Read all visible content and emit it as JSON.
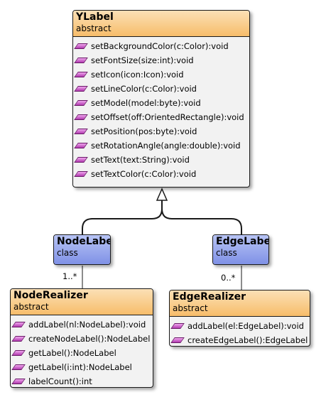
{
  "classes": {
    "ylabel": {
      "name": "YLabel",
      "stereotype": "abstract",
      "methods": [
        "setBackgroundColor(c:Color):void",
        "setFontSize(size:int):void",
        "setIcon(icon:Icon):void",
        "setLineColor(c:Color):void",
        "setModel(model:byte):void",
        "setOffset(off:OrientedRectangle):void",
        "setPosition(pos:byte):void",
        "setRotationAngle(angle:double):void",
        "setText(text:String):void",
        "setTextColor(c:Color):void"
      ]
    },
    "nodelabel": {
      "name": "NodeLabel",
      "stereotype": "class"
    },
    "edgelabel": {
      "name": "EdgeLabel",
      "stereotype": "class"
    },
    "noderealizer": {
      "name": "NodeRealizer",
      "stereotype": "abstract",
      "methods": [
        "addLabel(nl:NodeLabel):void",
        "createNodeLabel():NodeLabel",
        "getLabel():NodeLabel",
        "getLabel(i:int):NodeLabel",
        "labelCount():int"
      ]
    },
    "edgerealizer": {
      "name": "EdgeRealizer",
      "stereotype": "abstract",
      "methods": [
        "addLabel(el:EdgeLabel):void",
        "createEdgeLabel():EdgeLabel"
      ]
    }
  },
  "multiplicities": {
    "node": "1..*",
    "edge": "0..*"
  },
  "colors": {
    "abstract_header": "#f7bd6a",
    "class_header": "#7f91e6",
    "method_icon": "#d05ccd",
    "body": "#f2f2f2"
  },
  "icons": {
    "method": "method-icon"
  }
}
